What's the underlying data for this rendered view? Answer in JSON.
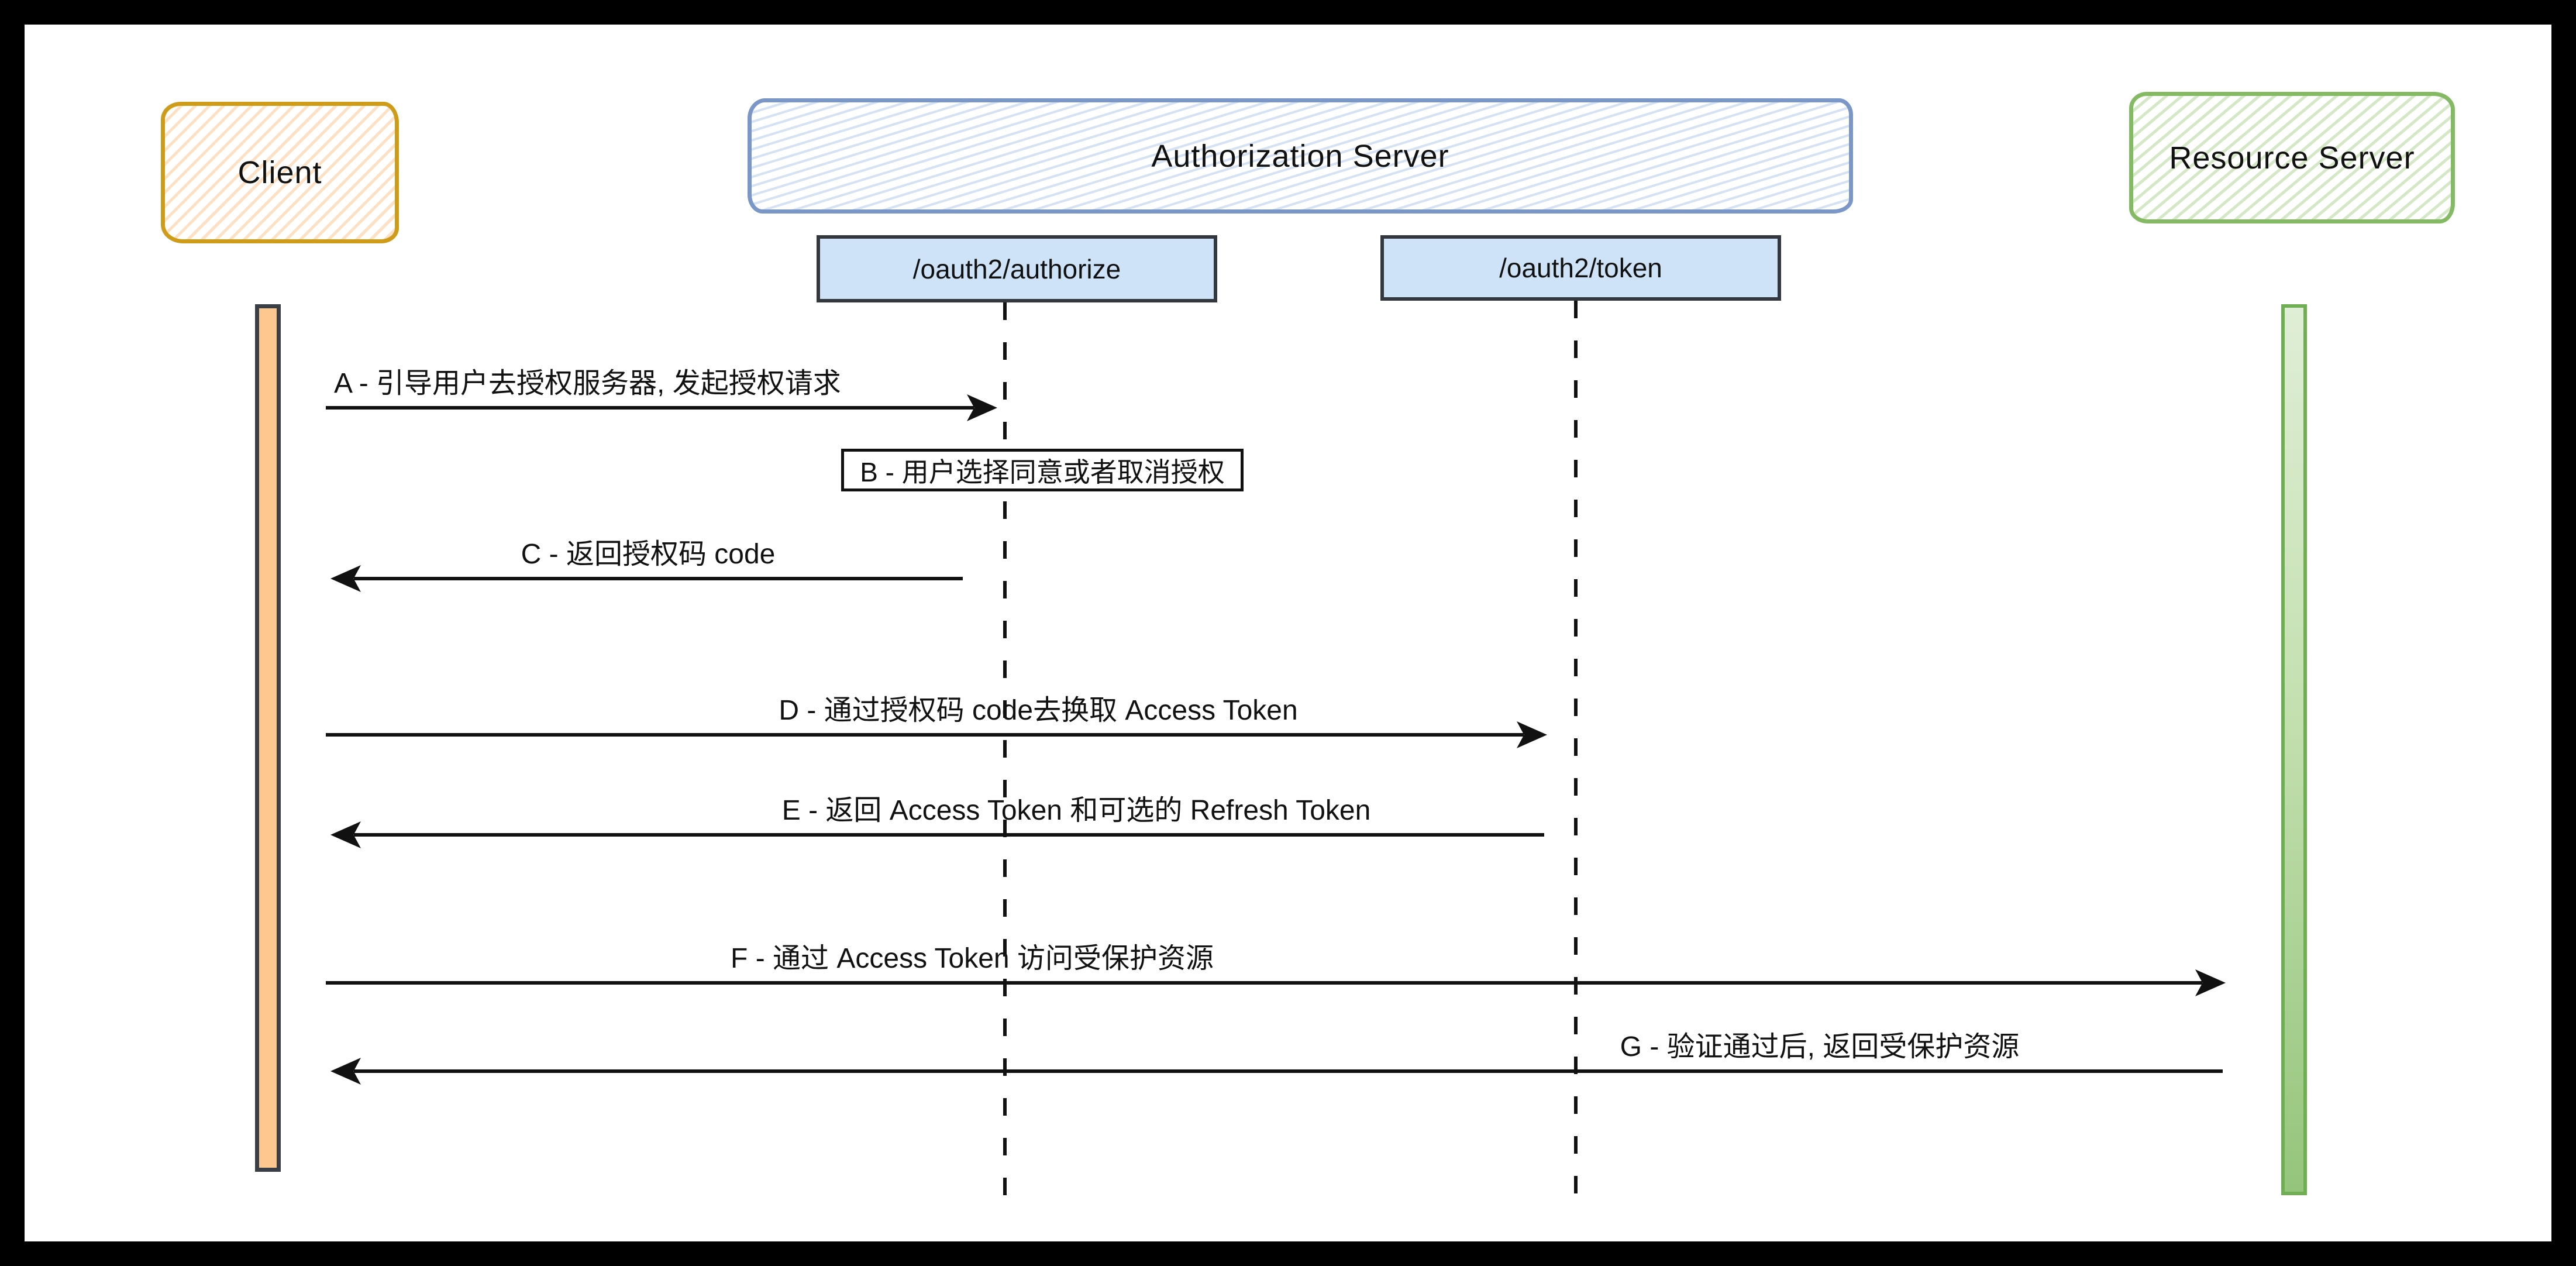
{
  "diagram": {
    "title": "OAuth2 authorization-code flow sequence",
    "actors": [
      {
        "id": "client",
        "label": "Client"
      },
      {
        "id": "authorization-server",
        "label": "Authorization Server"
      },
      {
        "id": "resource-server",
        "label": "Resource Server"
      }
    ],
    "endpoints": [
      {
        "id": "authorize",
        "label": "/oauth2/authorize"
      },
      {
        "id": "token",
        "label": "/oauth2/token"
      }
    ],
    "messages": [
      {
        "id": "A",
        "label": "A - 引导用户去授权服务器, 发起授权请求",
        "from": "client",
        "to": "/oauth2/authorize",
        "direction": "right"
      },
      {
        "id": "B",
        "label": "B - 用户选择同意或者取消授权",
        "at": "/oauth2/authorize",
        "type": "note"
      },
      {
        "id": "C",
        "label": "C - 返回授权码 code",
        "from": "/oauth2/authorize",
        "to": "client",
        "direction": "left"
      },
      {
        "id": "D",
        "label": "D - 通过授权码 code去换取 Access Token",
        "from": "client",
        "to": "/oauth2/token",
        "direction": "right"
      },
      {
        "id": "E",
        "label": "E - 返回 Access Token 和可选的 Refresh Token",
        "from": "/oauth2/token",
        "to": "client",
        "direction": "left"
      },
      {
        "id": "F",
        "label": "F - 通过 Access Token 访问受保护资源",
        "from": "client",
        "to": "resource-server",
        "direction": "right"
      },
      {
        "id": "G",
        "label": "G - 验证通过后, 返回受保护资源",
        "from": "resource-server",
        "to": "client",
        "direction": "left"
      }
    ],
    "colors": {
      "client_border": "#cf9c1a",
      "client_fill_hatch": "#fad3a4",
      "client_bar_fill": "#fdc88f",
      "auth_border": "#7b97c7",
      "auth_fill_hatch": "#c9dcf4",
      "endpoint_fill": "#cfe3f8",
      "endpoint_border": "#32383e",
      "resource_border": "#85ba65",
      "resource_fill_hatch": "#cfe7c4",
      "resource_bar_fill": "#95c57c",
      "line_color": "#111111",
      "frame_color": "#000000",
      "canvas_color": "#ffffff"
    }
  }
}
